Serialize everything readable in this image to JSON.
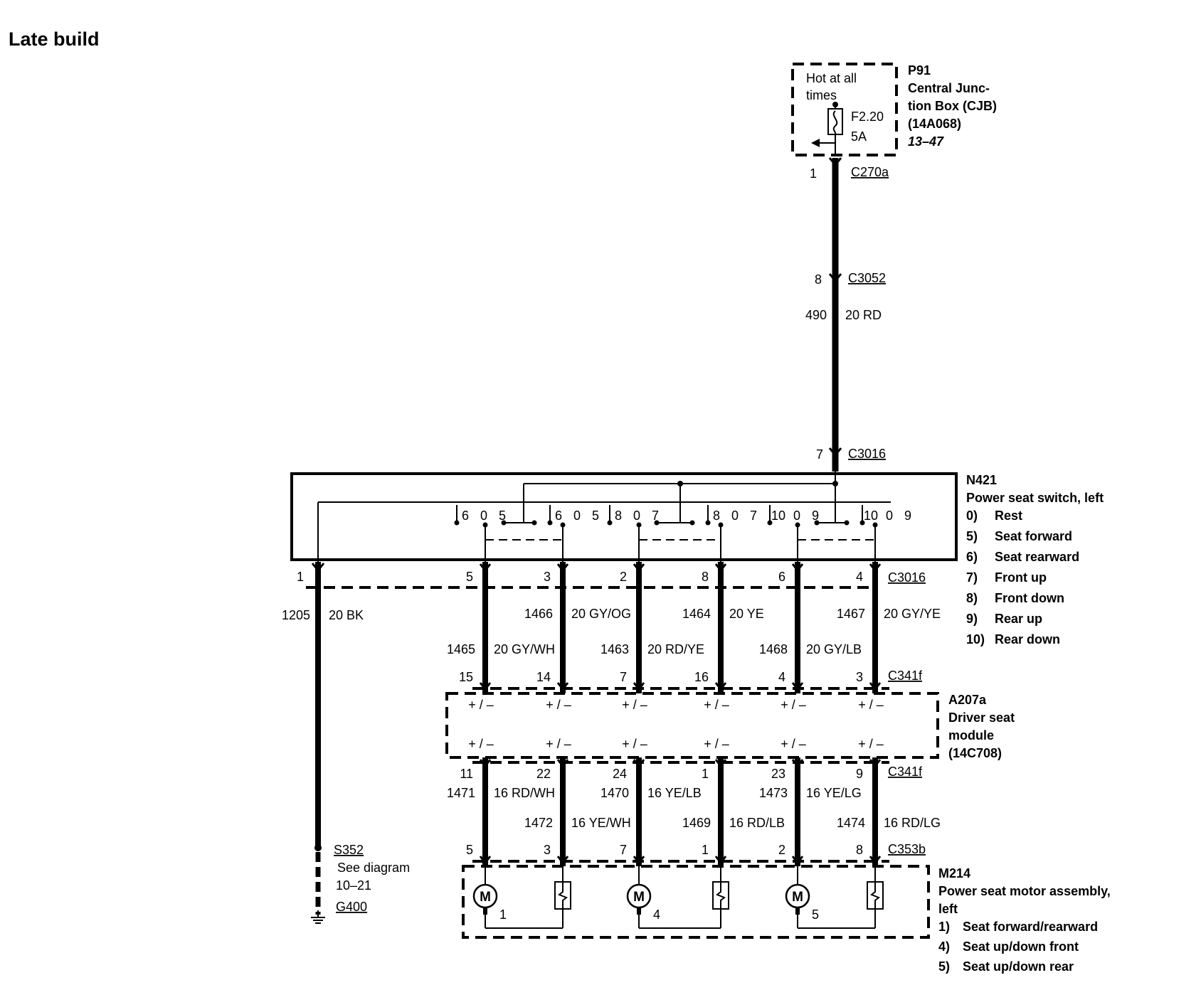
{
  "title": "Late build",
  "cjb": {
    "id": "P91",
    "name_lines": [
      "Central Junc-",
      "tion Box (CJB)",
      "(14A068)"
    ],
    "page_ref": "13–47",
    "hot_lines": [
      "Hot at all",
      "times"
    ],
    "fuse": "F2.20",
    "fuse_rating": "5A"
  },
  "feed": {
    "pins": {
      "c270a": "1",
      "c3052": "8",
      "c3016": "7"
    },
    "connectors": {
      "c270a": "C270a",
      "c3052": "C3052",
      "c3016": "C3016"
    },
    "circuit": "490",
    "wire": "20 RD"
  },
  "switch": {
    "id": "N421",
    "name": "Power seat switch, left",
    "positions": [
      {
        "num": "0)",
        "label": "Rest"
      },
      {
        "num": "5)",
        "label": "Seat forward"
      },
      {
        "num": "6)",
        "label": "Seat rearward"
      },
      {
        "num": "7)",
        "label": "Front up"
      },
      {
        "num": "8)",
        "label": "Front down"
      },
      {
        "num": "9)",
        "label": "Rear up"
      },
      {
        "num": "10)",
        "label": "Rear down"
      }
    ],
    "contacts": [
      "6",
      "0",
      "5",
      "6",
      "0",
      "5",
      "8",
      "0",
      "7",
      "8",
      "0",
      "7",
      "10",
      "0",
      "9",
      "10",
      "0",
      "9"
    ],
    "connector": "C3016"
  },
  "ground": {
    "pin": "1",
    "circuit": "1205",
    "wire": "20 BK",
    "splice": "S352",
    "see_lines": [
      "See diagram",
      "10–21"
    ],
    "ground_id": "G400"
  },
  "upper_wires": [
    {
      "pin_switch": "5",
      "circuit": "1465",
      "wire": "20 GY/WH",
      "pin_module": "15"
    },
    {
      "pin_switch": "3",
      "circuit": "1466",
      "wire": "20 GY/OG",
      "pin_module": "14"
    },
    {
      "pin_switch": "2",
      "circuit": "1463",
      "wire": "20 RD/YE",
      "pin_module": "7"
    },
    {
      "pin_switch": "8",
      "circuit": "1464",
      "wire": "20 YE",
      "pin_module": "16"
    },
    {
      "pin_switch": "6",
      "circuit": "1468",
      "wire": "20 GY/LB",
      "pin_module": "4"
    },
    {
      "pin_switch": "4",
      "circuit": "1467",
      "wire": "20 GY/YE",
      "pin_module": "3"
    }
  ],
  "module": {
    "id": "A207a",
    "name_lines": [
      "Driver seat",
      "module",
      "(14C708)"
    ],
    "connector": "C341f",
    "polarity": "+ / –"
  },
  "lower_wires": [
    {
      "pin_module": "11",
      "circuit": "1471",
      "wire": "16 RD/WH",
      "pin_motor": "5"
    },
    {
      "pin_module": "22",
      "circuit": "1472",
      "wire": "16 YE/WH",
      "pin_motor": "3"
    },
    {
      "pin_module": "24",
      "circuit": "1470",
      "wire": "16 YE/LB",
      "pin_motor": "7"
    },
    {
      "pin_module": "1",
      "circuit": "1469",
      "wire": "16 RD/LB",
      "pin_motor": "1"
    },
    {
      "pin_module": "23",
      "circuit": "1473",
      "wire": "16 YE/LG",
      "pin_motor": "2"
    },
    {
      "pin_module": "9",
      "circuit": "1474",
      "wire": "16 RD/LG",
      "pin_motor": "8"
    }
  ],
  "motor_assembly": {
    "id": "M214",
    "name_lines": [
      "Power seat motor assembly,",
      "left"
    ],
    "connector": "C353b",
    "motor_symbol": "M",
    "motors": [
      {
        "num": "1)",
        "label": "Seat forward/rearward"
      },
      {
        "num": "4)",
        "label": "Seat up/down front"
      },
      {
        "num": "5)",
        "label": "Seat up/down rear"
      }
    ],
    "motor_numbers": [
      "1",
      "4",
      "5"
    ]
  }
}
